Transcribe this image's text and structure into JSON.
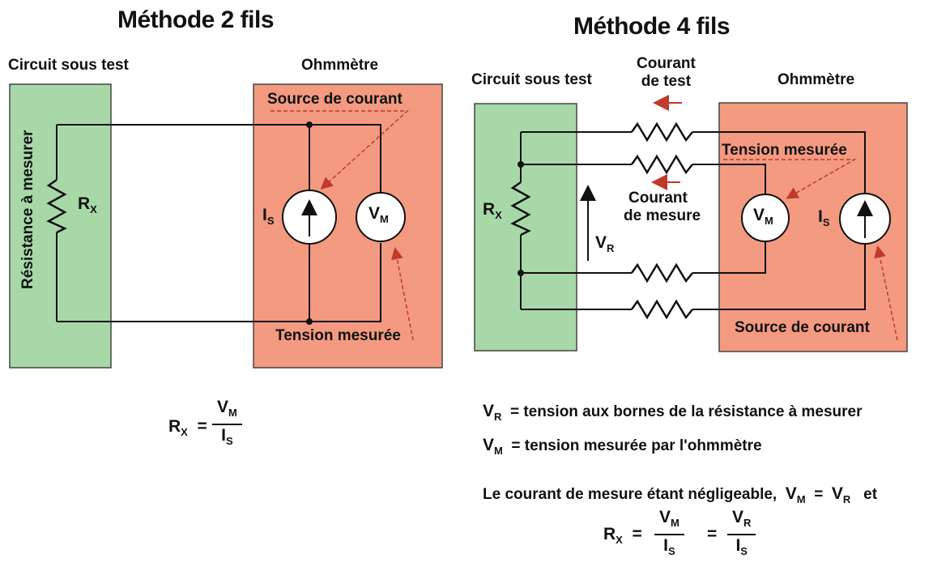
{
  "left": {
    "title": "Méthode 2 fils",
    "circuit_label": "Circuit sous test",
    "ohmmeter_label": "Ohmmètre",
    "resistor_label": "Résistance à mesurer",
    "source_label": "Source de courant",
    "tension_label": "Tension mesurée",
    "rx": "R",
    "rx_sub": "X",
    "is": "I",
    "is_sub": "S",
    "vm": "V",
    "vm_sub": "M",
    "formula": {
      "lhs": "R",
      "lhs_sub": "X",
      "eq": "=",
      "num": "V",
      "num_sub": "M",
      "den": "I",
      "den_sub": "S"
    }
  },
  "right": {
    "title": "Méthode 4 fils",
    "circuit_label": "Circuit sous test",
    "ohmmeter_label": "Ohmmètre",
    "courant_test": [
      "Courant",
      "de test"
    ],
    "tension_label": "Tension mesurée",
    "courant_mesure": [
      "Courant",
      "de mesure"
    ],
    "source_label": "Source de courant",
    "rx": "R",
    "rx_sub": "X",
    "vr": "V",
    "vr_sub": "R",
    "vm": "V",
    "vm_sub": "M",
    "is": "I",
    "is_sub": "S",
    "line1": {
      "sym": "V",
      "sub": "R",
      "text": "=  tension aux bornes de la résistance à mesurer"
    },
    "line2": {
      "sym": "V",
      "sub": "M",
      "text": "=  tension mesurée par l'ohmmètre"
    },
    "line3": {
      "text": "Le courant de mesure étant négligeable,",
      "a": "V",
      "a_sub": "M",
      "eq": "=",
      "b": "V",
      "b_sub": "R",
      "tail": "et"
    },
    "formula": {
      "lhs": "R",
      "lhs_sub": "X",
      "eq": "=",
      "num1": "V",
      "num1_sub": "M",
      "den1": "I",
      "den1_sub": "S",
      "eq2": "=",
      "num2": "V",
      "num2_sub": "R",
      "den2": "I",
      "den2_sub": "S"
    }
  },
  "colors": {
    "green": "#a8d8a8",
    "orange": "#f39a80",
    "wire": "#111111",
    "pointer": "#c0392b"
  }
}
